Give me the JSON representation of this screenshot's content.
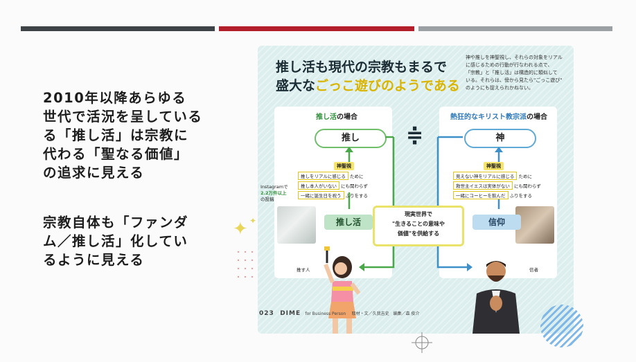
{
  "slide": {
    "bars": [
      {
        "color": "#3d4347"
      },
      {
        "color": "#b21f2a"
      },
      {
        "color": "#9aa0a3"
      }
    ],
    "left_text_1": [
      "2010年以降あらゆる",
      "世代で活況を呈している",
      "る「推し活」は宗教に",
      "代わる「聖なる価値」",
      "の追求に見える"
    ],
    "left_text_2": [
      "宗教自体も「ファンダ",
      "ム／推し活」化してい",
      "るように見える"
    ]
  },
  "infographic": {
    "title_line1": "推し活も現代の宗教もまるで",
    "title_line2_prefix": "盛大な",
    "title_line2_highlight": "ごっこ遊びのようである",
    "description": [
      "神や推しを神聖視し、それらの対象をリアル",
      "に感じるための行動が行なわれる点で、",
      "「宗教」と「推し活」は構造的に類似して",
      "いる。それらは、傍から見たら\"ごっこ遊び\"",
      "のようにも捉えられかねない。"
    ],
    "equals_symbol": "≑",
    "left_panel": {
      "head_highlight": "推し活",
      "head_suffix": "の場合",
      "pill": "推し",
      "tag": "神聖視",
      "rows": [
        {
          "box": "推しをリアルに感じる",
          "rest": "ために"
        },
        {
          "box": "推し本人がいない",
          "rest": "にも関わらず"
        },
        {
          "box": "一緒に誕生日を祝う",
          "rest": "ふりをする"
        }
      ],
      "block": "推し活",
      "insta_note": [
        "Instagramで",
        "2.2万件以上",
        "の投稿"
      ],
      "person_label": "推す人"
    },
    "right_panel": {
      "head_highlight": "熱狂的なキリスト教宗派",
      "head_suffix": "の場合",
      "pill": "神",
      "tag": "神聖視",
      "rows": [
        {
          "box": "見えない神をリアルに感じる",
          "rest": "ために"
        },
        {
          "box": "救世主イエスは実体がない",
          "rest": "にも関わらず"
        },
        {
          "box": "一緒にコーヒーを飲んだ",
          "rest": "ふりをする"
        }
      ],
      "block": "信仰",
      "person_label": "信者"
    },
    "center_box": [
      "現実世界で",
      "\"生きることの意味や",
      "価値\"を供給する"
    ],
    "footer": {
      "issue": "023",
      "brand": "DIME",
      "sub": "for Business Person",
      "credits": "取材・文／久我吉史　編集／森 俊介"
    }
  }
}
